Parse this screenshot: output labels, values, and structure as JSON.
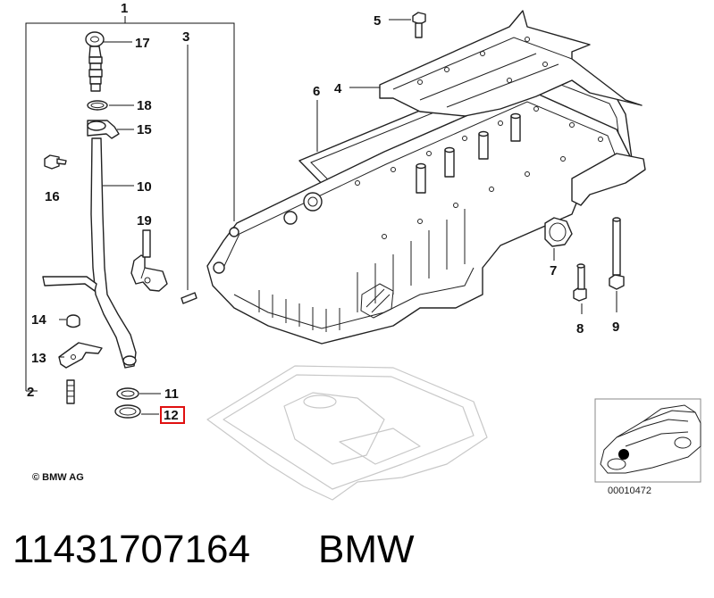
{
  "labels": {
    "p1": "1",
    "p2": "2",
    "p3": "3",
    "p4": "4",
    "p5": "5",
    "p6": "6",
    "p7": "7",
    "p8": "8",
    "p9": "9",
    "p10": "10",
    "p11": "11",
    "p12": "12",
    "p13": "13",
    "p14": "14",
    "p15": "15",
    "p16": "16",
    "p17": "17",
    "p18": "18",
    "p19": "19"
  },
  "highlighted_part": "12",
  "highlight_color": "#e01010",
  "copyright": "© BMW AG",
  "reference_code": "00010472",
  "part_number": "11431707164",
  "brand": "BMW"
}
